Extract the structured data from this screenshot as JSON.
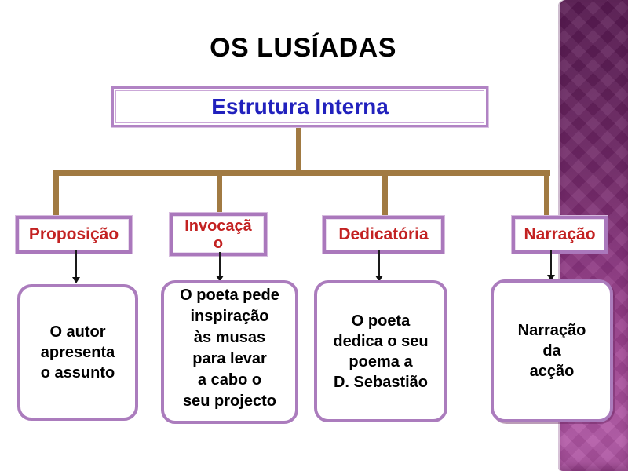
{
  "slide": {
    "title": "OS LUSÍADAS"
  },
  "tree": {
    "root_label": "Estrutura Interna",
    "branches": [
      {
        "label": "Proposição",
        "description": "O autor\napresenta\no assunto"
      },
      {
        "label": "Invocação",
        "description": "O poeta pede\ninspiração\nàs musas\npara levar\na cabo o\nseu projecto"
      },
      {
        "label": "Dedicatória",
        "description": "O poeta\ndedica o seu\npoema a\nD. Sebastião"
      },
      {
        "label": "Narração",
        "description": "Narração\nda\nacção"
      }
    ]
  },
  "colors": {
    "title_text": "#000000",
    "root_label_text": "#2121bd",
    "branch_label_text": "#c32222",
    "description_text": "#000000",
    "box_border_purple": "#aa78bc",
    "connector_brown": "#a17a42",
    "arrow_black": "#111111",
    "side_band_top": "#591a52",
    "side_band_bottom": "#b156a5"
  }
}
